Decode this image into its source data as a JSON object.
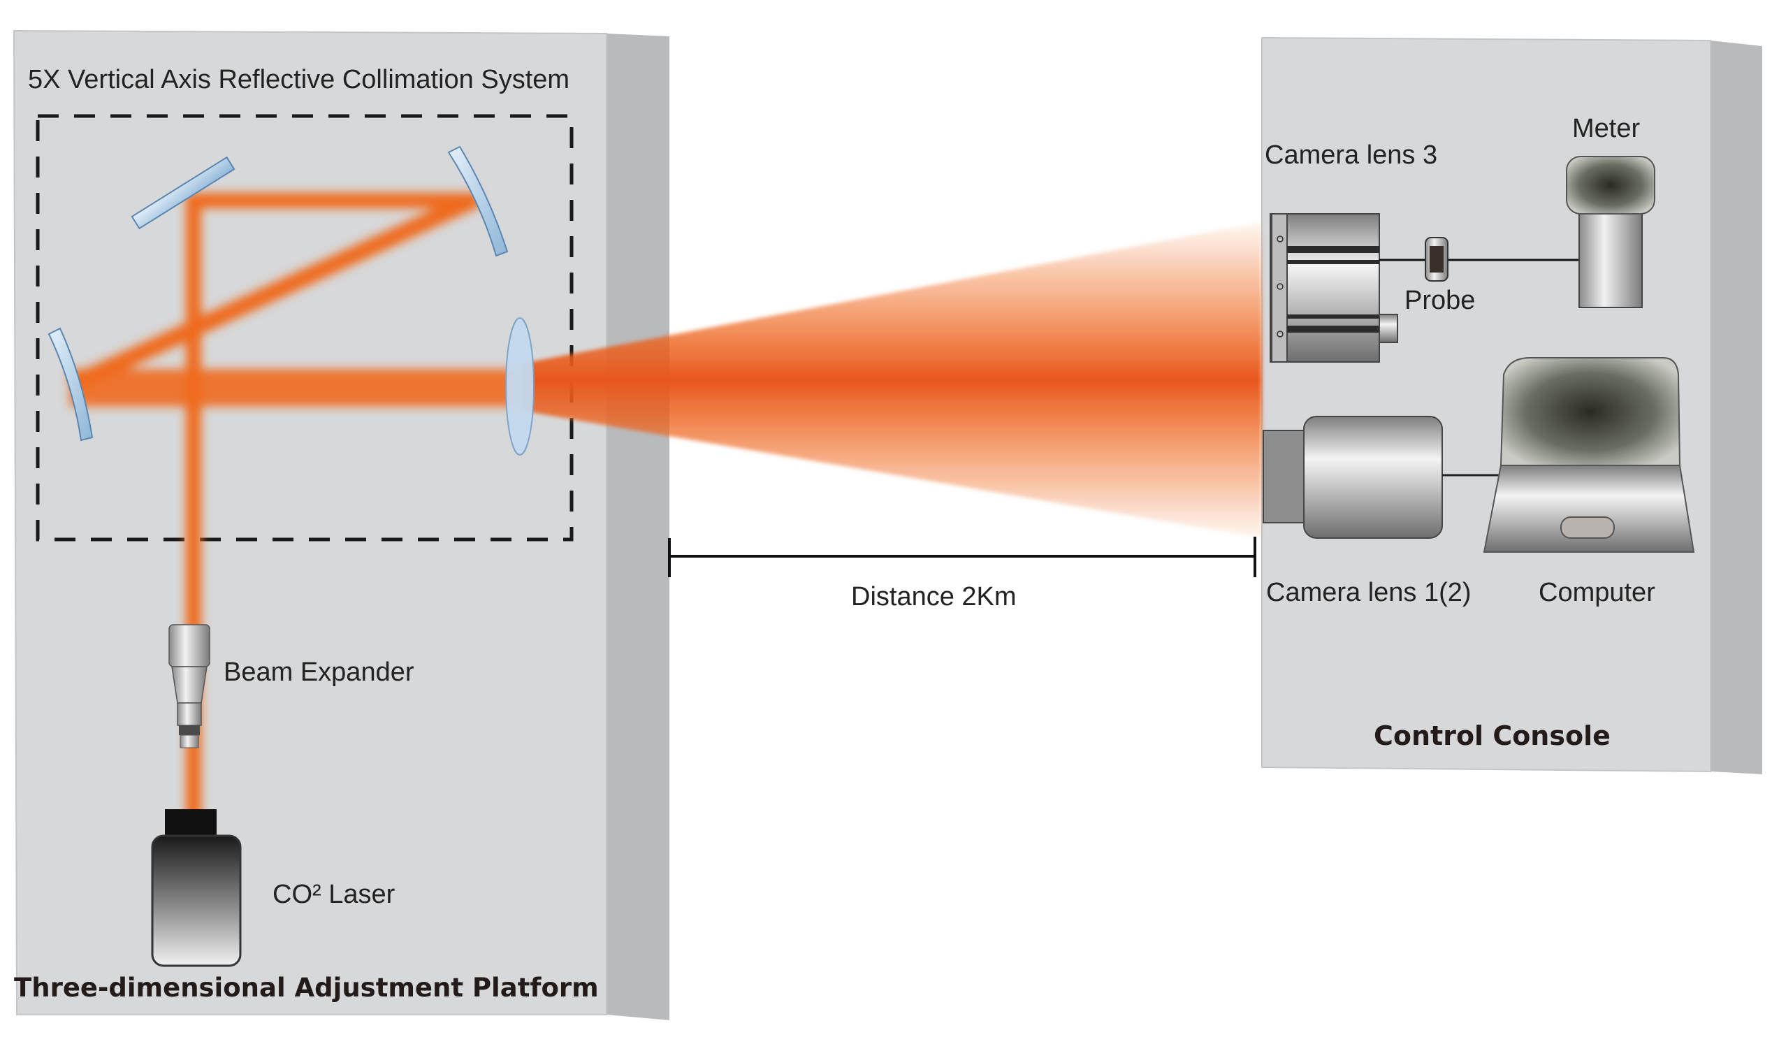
{
  "left_panel": {
    "system_title": "5X Vertical Axis Reflective Collimation System",
    "beam_expander_label": "Beam Expander",
    "laser_label": "CO² Laser",
    "platform_label": "Three-dimensional Adjustment Platform"
  },
  "distance": {
    "label": "Distance 2Km"
  },
  "right_panel": {
    "camera3_label": "Camera lens 3",
    "meter_label": "Meter",
    "probe_label": "Probe",
    "camera12_label": "Camera lens 1(2)",
    "computer_label": "Computer",
    "console_label": "Control Console"
  },
  "colors": {
    "panel_face": "#d7d8da",
    "panel_side": "#b9babc",
    "beam": "#ef6a1f",
    "mirror": "#a9c9e6"
  }
}
